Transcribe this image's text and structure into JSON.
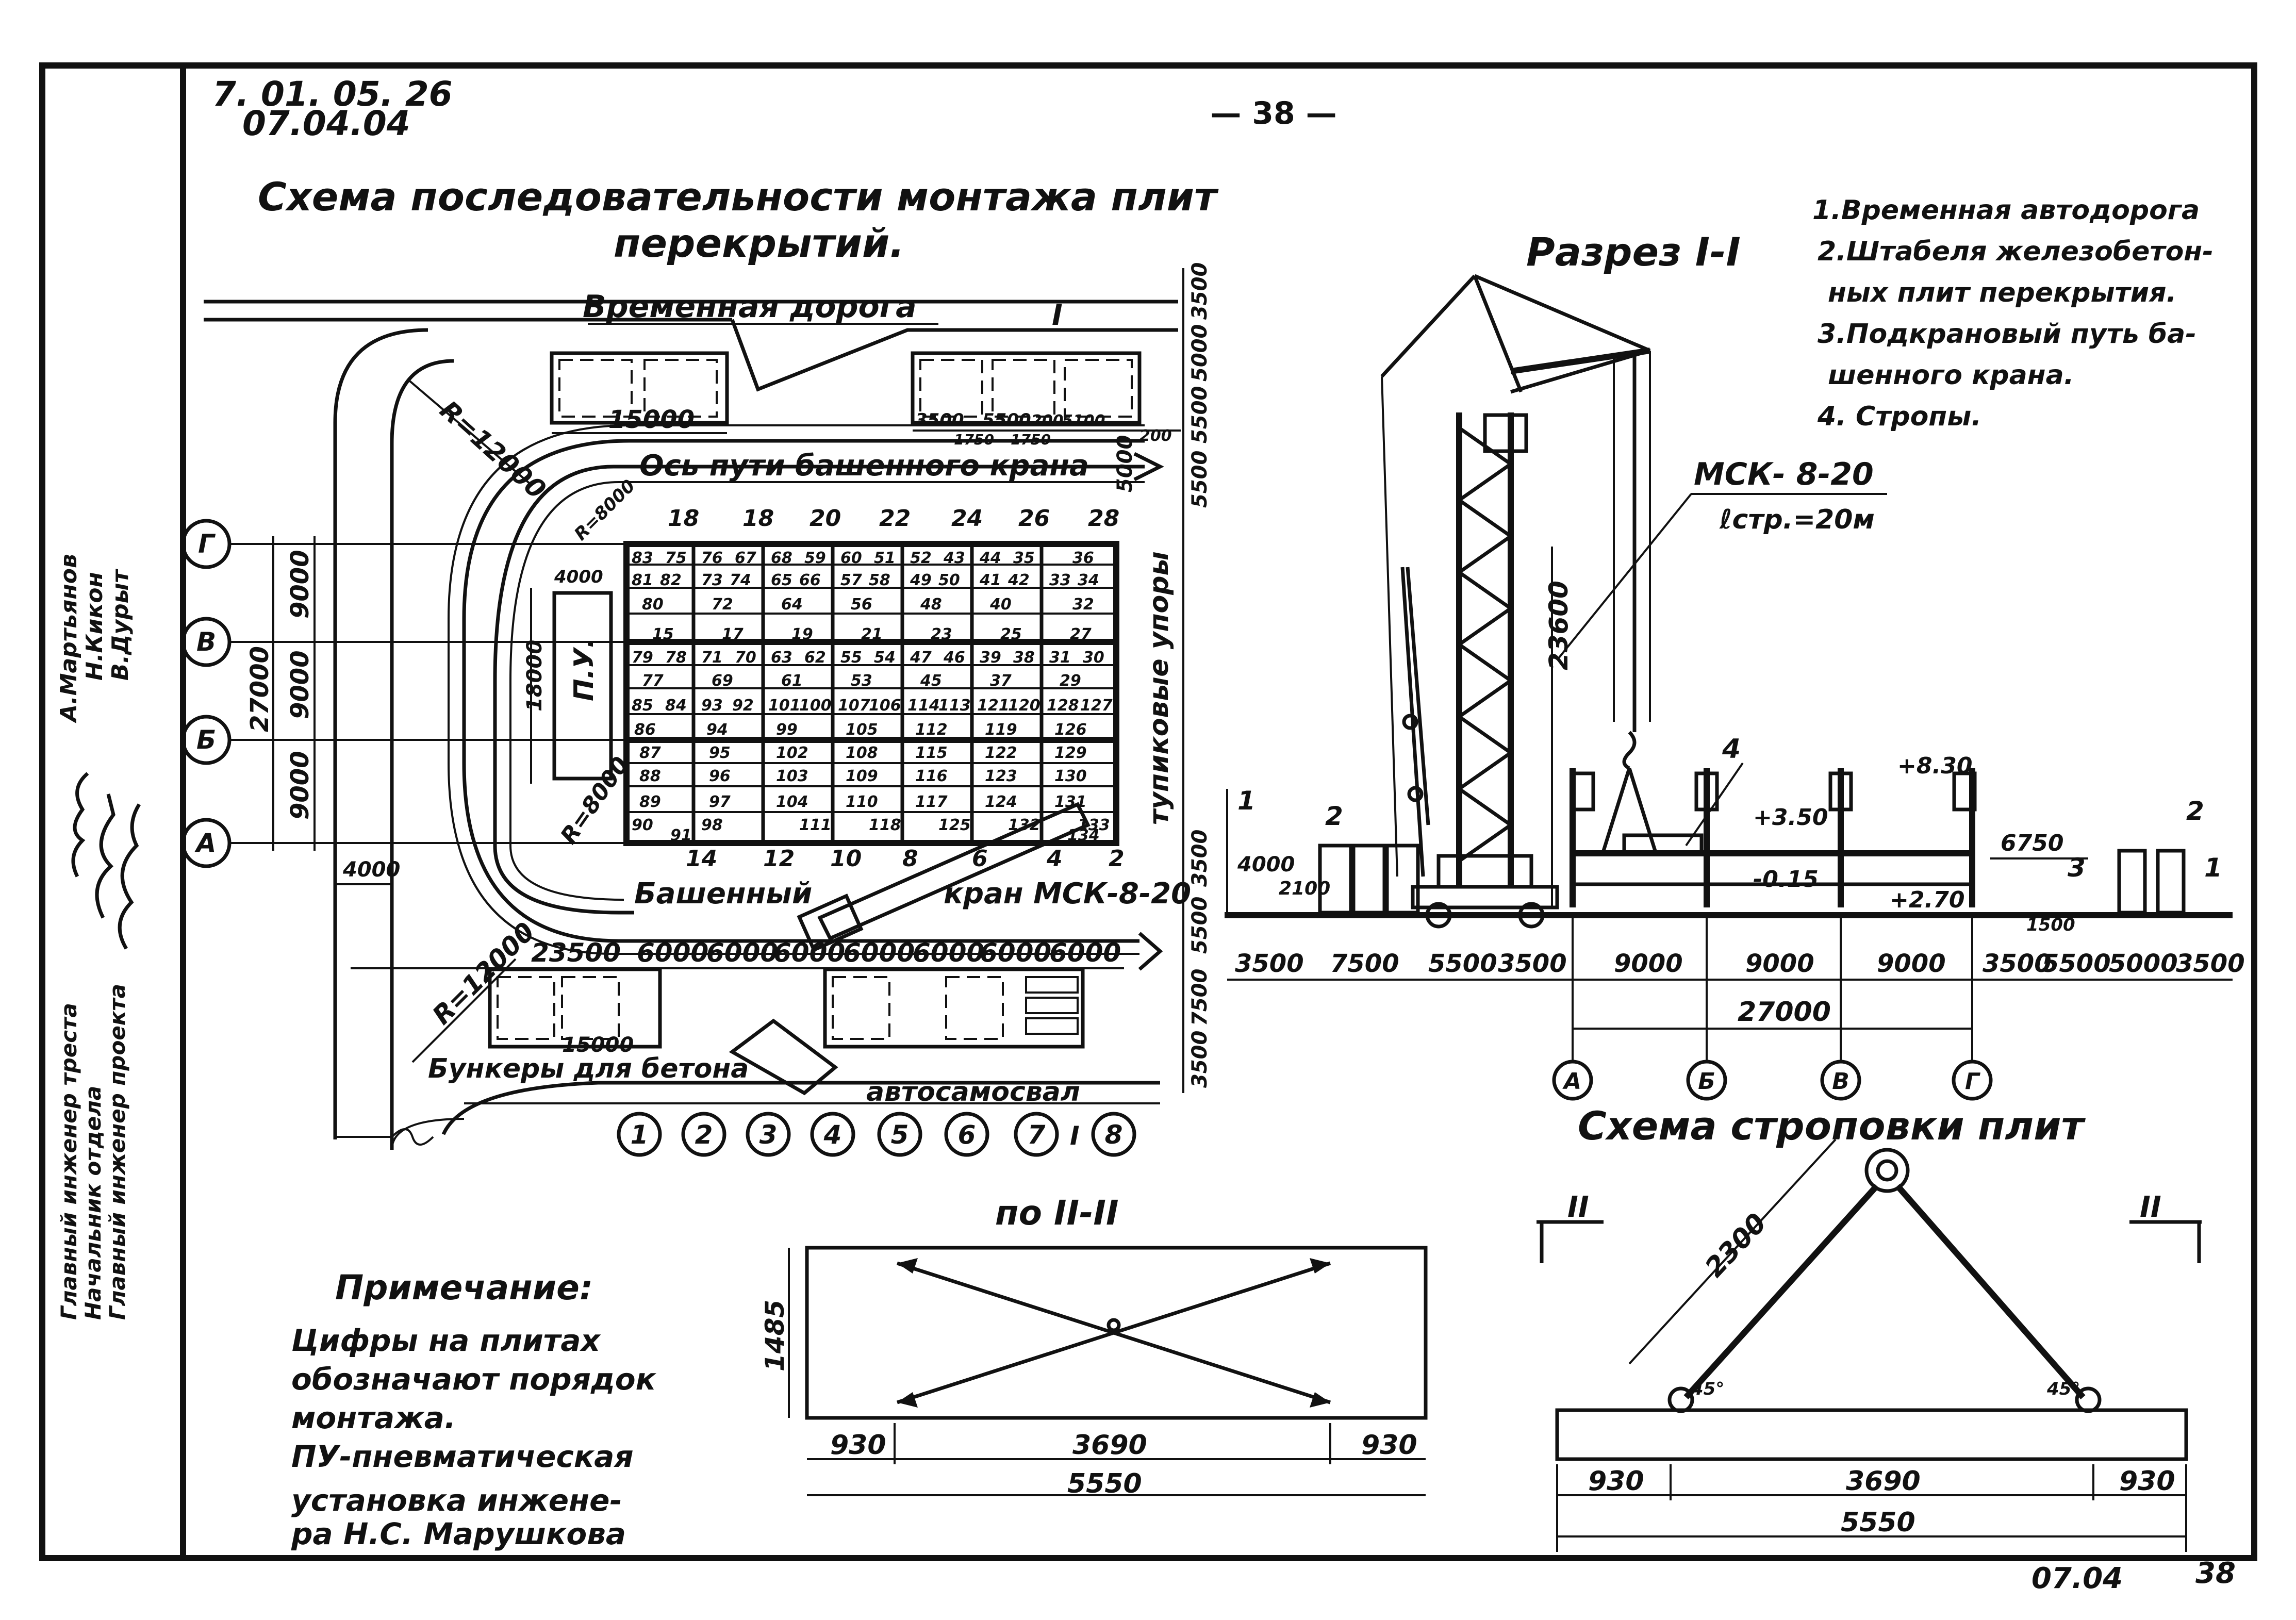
{
  "doc": {
    "code_line1": "7. 01. 05. 26",
    "code_line2": "07.04.04",
    "page_number": "— 38 —",
    "footer_code": "07.04",
    "footer_page": "38"
  },
  "stamp": {
    "roles": [
      "Главный инженер треста",
      "Начальник отдела",
      "Главный инженер проекта"
    ],
    "names": [
      "А.Мартьянов",
      "Н.Кикон",
      "В.Дурыт"
    ]
  },
  "plan": {
    "title_line1": "Схема последовательности монтажа плит",
    "title_line2": "перекрытий.",
    "road_label": "Временная дорога",
    "section_mark_top": "I",
    "section_mark_bottom": "I",
    "radius_top": "R=12000",
    "radius_bottom": "R=12000",
    "radius_inner": "R=8000",
    "radius_small": "R=8000",
    "crane_track_label": "Ось пути башенного крана",
    "pu_label": "П.У.",
    "pu_dim": "18000",
    "stops_label": "тупиковые упоры",
    "crane_label_1": "Башенный",
    "crane_label_2": "кран МСК-8-20",
    "hopper_label": "Бункеры для бетона",
    "truck_label": "автосамосвал",
    "dim_15000_top": "15000",
    "dim_15000_bottom": "15000",
    "dims_top_right": [
      "3500",
      "5500",
      "200",
      "5100",
      "200"
    ],
    "dims_top_right_sub": [
      "1750",
      "1750"
    ],
    "dim_4000_left": "4000",
    "dim_4000_inner": "4000",
    "dims_right": [
      "3500",
      "5000",
      "5500",
      "5000",
      "5500",
      "3500",
      "5500",
      "7500",
      "3500"
    ],
    "axis_rows": [
      "Г",
      "В",
      "Б",
      "А"
    ],
    "row_dims": [
      "9000",
      "9000",
      "9000"
    ],
    "row_total": "27000",
    "dims_bottom": [
      "23500",
      "6000",
      "6000",
      "6000",
      "6000",
      "6000",
      "6000",
      "6000"
    ],
    "column_top_labels": [
      "18",
      "18",
      "20",
      "22",
      "24",
      "26",
      "28"
    ],
    "column_bottom_labels": [
      "14",
      "12",
      "10",
      "8",
      "6",
      "4",
      "2"
    ],
    "bottom_numbers": [
      "1",
      "2",
      "3",
      "4",
      "5",
      "6",
      "7",
      "8"
    ],
    "plate_numbers": [
      [
        "83",
        "75",
        "76",
        "67",
        "68",
        "59",
        "60",
        "51",
        "52",
        "43",
        "44",
        "35",
        "36"
      ],
      [
        "82",
        "81",
        "74",
        "73",
        "66",
        "65",
        "58",
        "57",
        "50",
        "49",
        "42",
        "41",
        "34",
        "33"
      ],
      [
        "80",
        "72",
        "64",
        "56",
        "48",
        "40",
        "32"
      ],
      [
        "15",
        "17",
        "19",
        "21",
        "23",
        "25",
        "27"
      ],
      [
        "79",
        "78",
        "71",
        "70",
        "63",
        "62",
        "55",
        "54",
        "47",
        "46",
        "39",
        "38",
        "31",
        "30"
      ],
      [
        "77",
        "69",
        "61",
        "53",
        "45",
        "37",
        "29"
      ],
      [
        "85",
        "84",
        "93",
        "92",
        "101",
        "100",
        "107",
        "106",
        "114",
        "113",
        "121",
        "120",
        "128",
        "127"
      ],
      [
        "86",
        "94",
        "99",
        "105",
        "112",
        "119",
        "126"
      ],
      [
        "87",
        "95",
        "102",
        "108",
        "115",
        "122",
        "129"
      ],
      [
        "88",
        "96",
        "103",
        "109",
        "116",
        "123",
        "130"
      ],
      [
        "89",
        "97",
        "104",
        "110",
        "117",
        "124",
        "131"
      ],
      [
        "90",
        "98",
        "111",
        "118",
        "125",
        "132",
        "133"
      ],
      [
        "91",
        "134"
      ]
    ]
  },
  "section": {
    "title": "Разрез I-I",
    "legend": [
      "1.Временная автодорога",
      "2.Штабеля железобетон-",
      "ных плит перекрытия.",
      "3.Подкрановый путь ба-",
      "шенного крана.",
      "4. Стропы."
    ],
    "crane_label": "МСК- 8-20",
    "sling_label": "ℓстр.=20м",
    "height_label": "23600",
    "elevations": [
      "+8.30",
      "+3.50",
      "-0.15",
      "+2.70"
    ],
    "dim_4000": "4000",
    "dim_2100": "2100",
    "dim_6750": "6750",
    "dim_1500": "1500",
    "dims_bottom": [
      "3500",
      "7500",
      "5500",
      "3500",
      "9000",
      "9000",
      "9000",
      "3500",
      "5500",
      "5000",
      "3500"
    ],
    "dim_total": "27000",
    "axes": [
      "А",
      "Б",
      "В",
      "Г"
    ],
    "marks": [
      "1",
      "2",
      "4",
      "2",
      "3",
      "1"
    ]
  },
  "sling_scheme": {
    "title": "Схема строповки плит",
    "section_mark": "II",
    "sling_length": "2300",
    "angle": "45°",
    "dims": [
      "930",
      "3690",
      "930"
    ],
    "total": "5550"
  },
  "view2": {
    "title": "по II-II",
    "height": "1485",
    "dims": [
      "930",
      "3690",
      "930"
    ],
    "total": "5550"
  },
  "note": {
    "title": "Примечание:",
    "lines": [
      "Цифры на плитах",
      "обозначают порядок",
      "монтажа.",
      "ПУ-пневматическая",
      "установка инжене-",
      "ра Н.С. Марушкова"
    ]
  }
}
